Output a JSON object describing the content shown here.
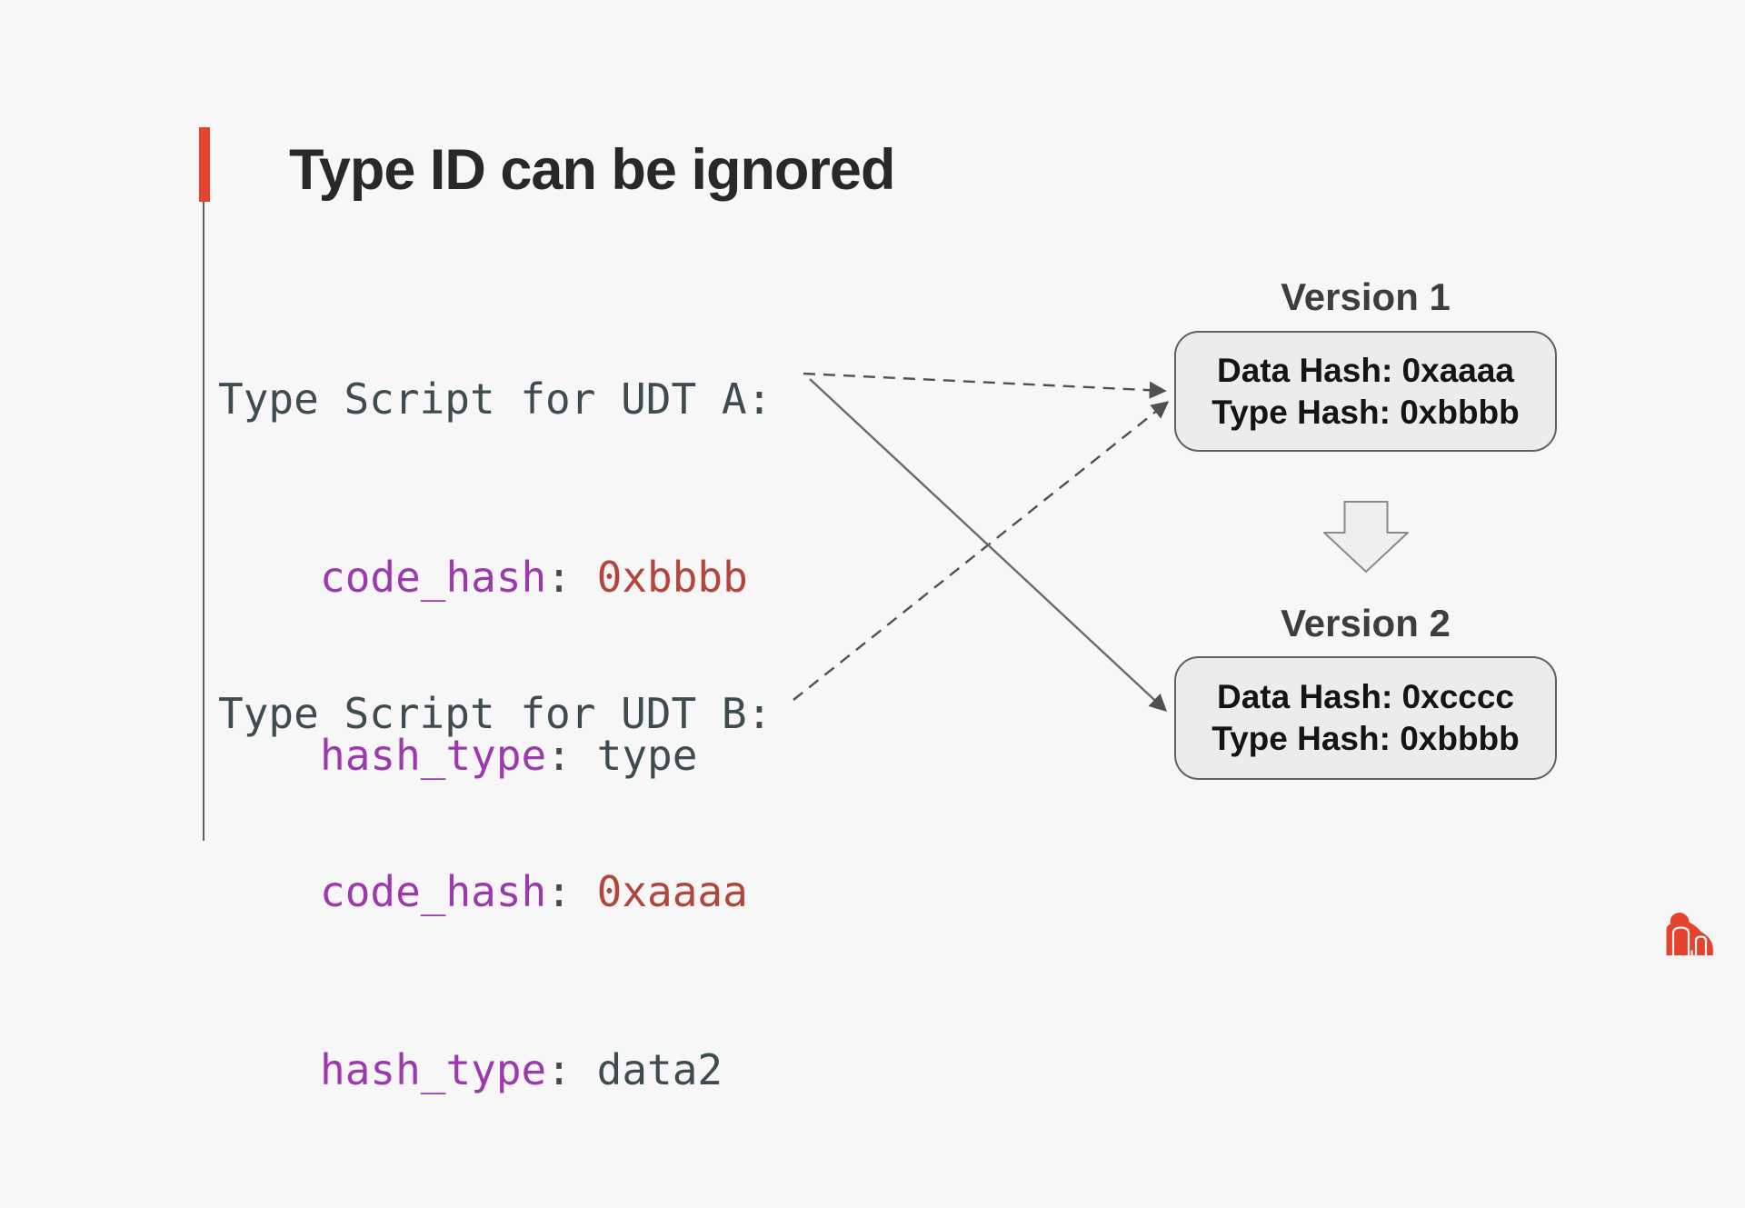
{
  "title": "Type ID can be ignored",
  "code": {
    "blocks": [
      {
        "header": "Type Script for UDT A:",
        "lines": [
          {
            "key": "code_hash",
            "sep": ": ",
            "value": "0xbbbb",
            "value_class": "tok-hex"
          },
          {
            "key": "hash_type",
            "sep": ": ",
            "value": "type",
            "value_class": "tok-plain"
          }
        ]
      },
      {
        "header": "Type Script for UDT B:",
        "lines": [
          {
            "key": "code_hash",
            "sep": ": ",
            "value": "0xaaaa",
            "value_class": "tok-hex"
          },
          {
            "key": "hash_type",
            "sep": ": ",
            "value": "data2",
            "value_class": "tok-plain"
          }
        ]
      }
    ]
  },
  "versions": [
    {
      "label": "Version 1",
      "lines": [
        "Data Hash: 0xaaaa",
        "Type Hash: 0xbbbb"
      ]
    },
    {
      "label": "Version 2",
      "lines": [
        "Data Hash: 0xcccc",
        "Type Hash: 0xbbbb"
      ]
    }
  ],
  "icons": {
    "down_arrow": "block-down-arrow",
    "logo": "gorilla-logo"
  },
  "colors": {
    "background": "#f7f7f8",
    "accent_red": "#e5432e",
    "code_base": "#3e4c50",
    "code_key_purple": "#9c39ae",
    "code_hex_red": "#b2463a",
    "box_fill": "#ececec",
    "box_border": "#616161",
    "connector_gray": "#515151"
  }
}
